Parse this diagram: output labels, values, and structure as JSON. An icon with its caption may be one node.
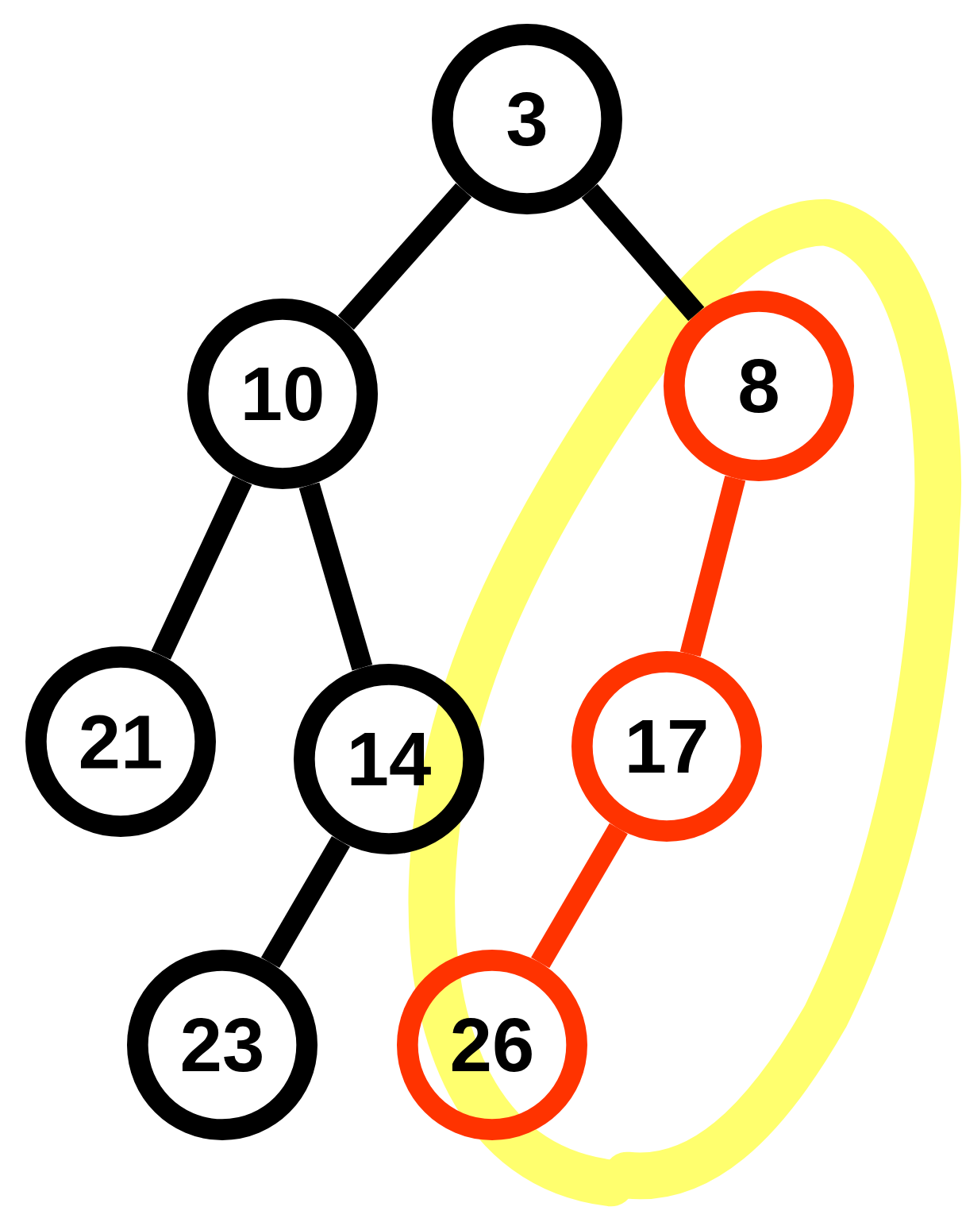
{
  "diagram": {
    "nodes": [
      {
        "text": [
          "3"
        ]
      },
      {
        "text": [
          "10"
        ]
      },
      {
        "text": [
          "8"
        ]
      },
      {
        "text": [
          "21"
        ]
      },
      {
        "text": [
          "14"
        ]
      },
      {
        "text": [
          "17"
        ]
      },
      {
        "text": [
          "23"
        ]
      },
      {
        "text": [
          "26"
        ]
      }
    ],
    "edges": [
      {
        "from": 0,
        "to": 1,
        "arrow": "none"
      },
      {
        "from": 0,
        "to": 2,
        "arrow": "none"
      },
      {
        "from": 1,
        "to": 3,
        "arrow": "none"
      },
      {
        "from": 1,
        "to": 4,
        "arrow": "none"
      },
      {
        "from": 4,
        "to": 6,
        "arrow": "none"
      },
      {
        "from": 2,
        "to": 5,
        "arrow": "none",
        "color": "#ff3300"
      },
      {
        "from": 5,
        "to": 7,
        "arrow": "none",
        "color": "#ff3300"
      }
    ]
  }
}
